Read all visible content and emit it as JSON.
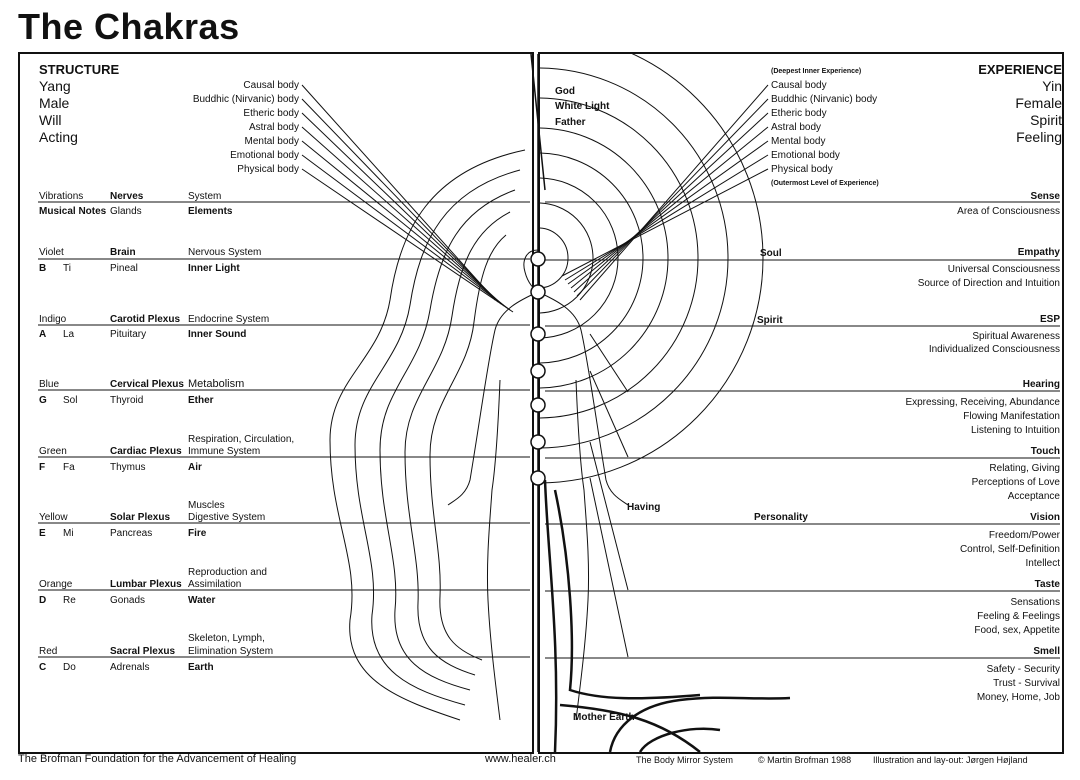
{
  "title": "The Chakras",
  "left": {
    "header": "STRUCTURE",
    "traits": [
      "Yang",
      "Male",
      "Will",
      "Acting"
    ],
    "bodies": [
      "Causal body",
      "Buddhic (Nirvanic) body",
      "Etheric body",
      "Astral body",
      "Mental body",
      "Emotional body",
      "Physical body"
    ],
    "col_headers": {
      "vibrations": "Vibrations",
      "nerves": "Nerves",
      "system": "System",
      "musical_notes": "Musical Notes",
      "glands": "Glands",
      "elements": "Elements"
    },
    "chakras": [
      {
        "color": "Violet",
        "nerve": "Brain",
        "system": "Nervous System",
        "note": "B",
        "solfege": "Ti",
        "gland": "Pineal",
        "element": "Inner Light"
      },
      {
        "color": "Indigo",
        "nerve": "Carotid Plexus",
        "system": "Endocrine System",
        "note": "A",
        "solfege": "La",
        "gland": "Pituitary",
        "element": "Inner Sound"
      },
      {
        "color": "Blue",
        "nerve": "Cervical Plexus",
        "system": "Metabolism",
        "note": "G",
        "solfege": "Sol",
        "gland": "Thyroid",
        "element": "Ether"
      },
      {
        "color": "Green",
        "nerve": "Cardiac Plexus",
        "system": "Respiration, Circulation, Immune System",
        "note": "F",
        "solfege": "Fa",
        "gland": "Thymus",
        "element": "Air"
      },
      {
        "color": "Yellow",
        "nerve": "Solar Plexus",
        "system": "Muscles Digestive System",
        "note": "E",
        "solfege": "Mi",
        "gland": "Pancreas",
        "element": "Fire"
      },
      {
        "color": "Orange",
        "nerve": "Lumbar Plexus",
        "system": "Reproduction and Assimilation",
        "note": "D",
        "solfege": "Re",
        "gland": "Gonads",
        "element": "Water"
      },
      {
        "color": "Red",
        "nerve": "Sacral Plexus",
        "system": "Skeleton, Lymph, Elimination System",
        "note": "C",
        "solfege": "Do",
        "gland": "Adrenals",
        "element": "Earth"
      }
    ],
    "system_lines": {
      "green": [
        "Respiration, Circulation,",
        "Immune System"
      ],
      "yellow": [
        "Muscles",
        "Digestive System"
      ],
      "orange": [
        "Reproduction and",
        "Assimilation"
      ],
      "red": [
        "Skeleton, Lymph,",
        "Elimination System"
      ]
    }
  },
  "right": {
    "header": "EXPERIENCE",
    "traits": [
      "Yin",
      "Female",
      "Spirit",
      "Feeling"
    ],
    "deepest": "(Deepest Inner Experience)",
    "outermost": "(Outermost Level of Experience)",
    "bodies": [
      "Causal body",
      "Buddhic (Nirvanic) body",
      "Etheric body",
      "Astral body",
      "Mental body",
      "Emotional body",
      "Physical body"
    ],
    "god_labels": [
      "God",
      "White Light",
      "Father"
    ],
    "sense_header": "Sense",
    "sense_sub": "Area of Consciousness",
    "levels": [
      "Soul",
      "Spirit",
      "Personality",
      "Having"
    ],
    "mother_earth": "Mother Earth",
    "senses": [
      {
        "name": "Empathy",
        "lines": [
          "Universal Consciousness",
          "Source of Direction and Intuition"
        ]
      },
      {
        "name": "ESP",
        "lines": [
          "Spiritual Awareness",
          "Individualized Consciousness"
        ]
      },
      {
        "name": "Hearing",
        "lines": [
          "Expressing, Receiving, Abundance",
          "Flowing Manifestation",
          "Listening to Intuition"
        ]
      },
      {
        "name": "Touch",
        "lines": [
          "Relating, Giving",
          "Perceptions of Love",
          "Acceptance"
        ]
      },
      {
        "name": "Vision",
        "lines": [
          "Freedom/Power",
          "Control, Self-Definition",
          "Intellect"
        ]
      },
      {
        "name": "Taste",
        "lines": [
          "Sensations",
          "Feeling & Feelings",
          "Food, sex, Appetite"
        ]
      },
      {
        "name": "Smell",
        "lines": [
          "Safety - Security",
          "Trust - Survival",
          "Money, Home, Job"
        ]
      }
    ]
  },
  "footer": {
    "foundation": "The Brofman Foundation for the Advancement of Healing",
    "url": "www.healer.ch",
    "system": "The Body Mirror System",
    "copyright": "© Martin Brofman 1988",
    "credit": "Illustration and lay-out: Jørgen Højland"
  }
}
